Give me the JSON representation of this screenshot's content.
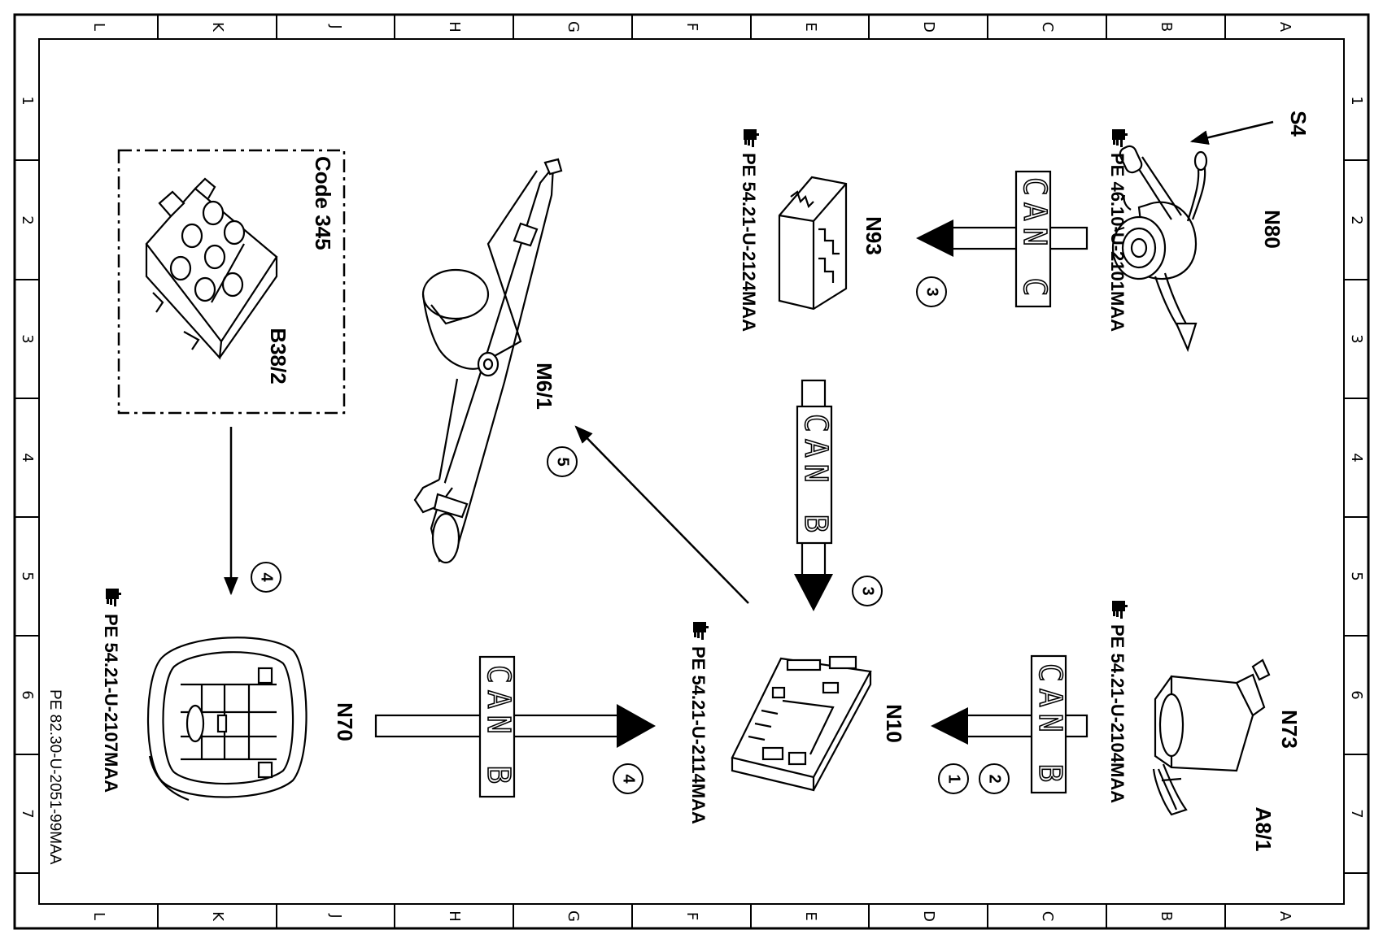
{
  "grid": {
    "columns": [
      "L",
      "K",
      "J",
      "H",
      "G",
      "F",
      "E",
      "D",
      "C",
      "B",
      "A"
    ],
    "rows": [
      "1",
      "2",
      "3",
      "4",
      "5",
      "6",
      "7"
    ]
  },
  "drawing_number": "PE 82.30-U-2051-99MAA",
  "components": {
    "s4": "S4",
    "n80": "N80",
    "n93": "N93",
    "m6_1": "M6/1",
    "b38_2": "B38/2",
    "code": "Code 345",
    "n70": "N70",
    "n10": "N10",
    "n73": "N73",
    "a8_1": "A8/1"
  },
  "references": {
    "n80": "PE 46.10-U-2101MAA",
    "n93": "PE 54.21-U-2124MAA",
    "n70": "PE 54.21-U-2107MAA",
    "n10": "PE 54.21-U-2114MAA",
    "n73": "PE 54.21-U-2104MAA"
  },
  "buses": {
    "can_c": "CAN C",
    "can_b_vertical": "CAN B",
    "can_b_bottom": "CAN B",
    "can_b_right": "CAN B"
  },
  "steps": {
    "s1": "1",
    "s2": "2",
    "s3_top": "3",
    "s3_mid": "3",
    "s4_left": "4",
    "s4_bottom": "4",
    "s5": "5"
  },
  "icons": {
    "reference": "pointing-hand-icon"
  }
}
